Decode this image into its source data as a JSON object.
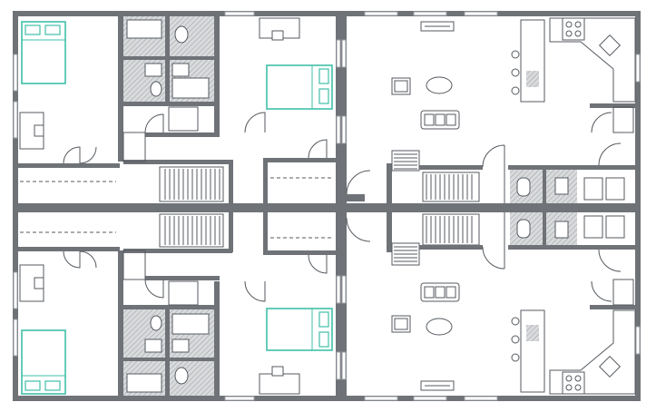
{
  "figure": {
    "kind": "architectural floor plan",
    "units": 2,
    "colors": {
      "wall": "#6f7378",
      "bed_outline": "#3fbfa8",
      "tile_hatch": "#9a9ea3",
      "background": "#ffffff"
    },
    "rooms": {
      "left_unit": [
        "bedroom",
        "bedroom",
        "bedroom",
        "bedroom",
        "bathroom",
        "bathroom",
        "bathroom",
        "bathroom",
        "closet",
        "closet",
        "stair",
        "corridor"
      ],
      "right_unit": [
        "living-area",
        "living-area",
        "kitchen",
        "kitchen",
        "bathroom",
        "bathroom",
        "laundry",
        "laundry",
        "stair"
      ]
    },
    "icons": [
      "bed-icon",
      "desk-icon",
      "sofa-icon",
      "armchair-icon",
      "coffee-table-icon",
      "tv-icon",
      "stove-icon",
      "sink-icon",
      "toilet-icon",
      "bathtub-icon",
      "washer-icon",
      "dryer-icon",
      "bar-stool-icon"
    ]
  }
}
